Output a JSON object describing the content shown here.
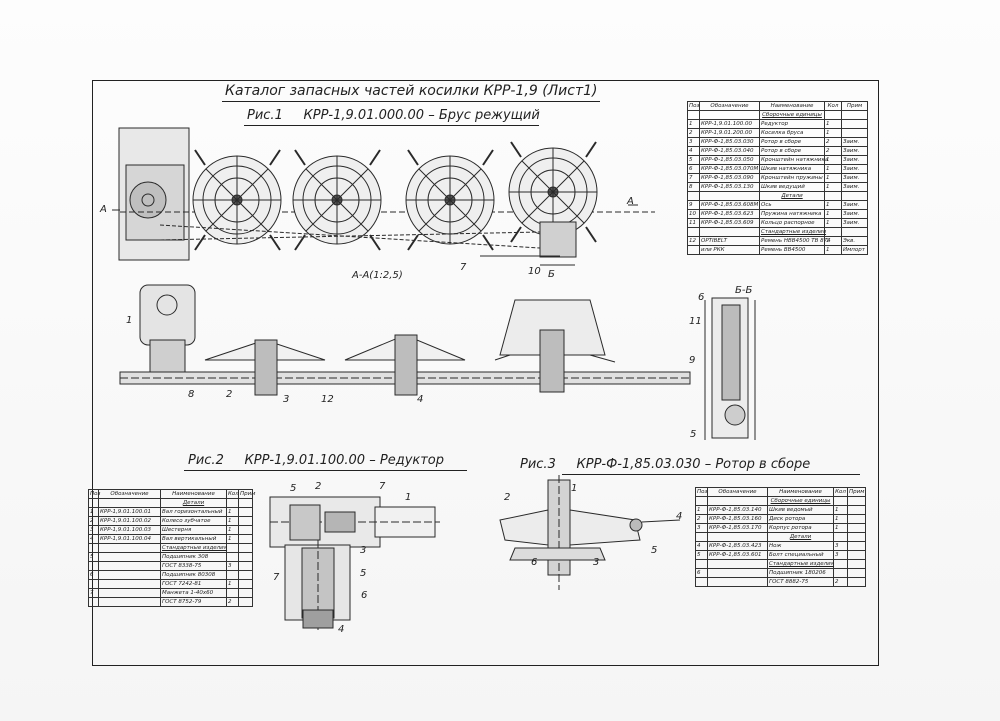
{
  "sheet": {
    "title": "Каталог запасных частей косилки КРР-1,9 (Лист1)",
    "section_label": "А-А(1:2,5)",
    "section_bb": "Б-Б"
  },
  "figures": {
    "fig1": {
      "num": "Рис.1",
      "code": "КРР-1,9.01.000.00",
      "name": "– Брус режущий"
    },
    "fig2": {
      "num": "Рис.2",
      "code": "КРР-1,9.01.100.00",
      "name": "– Редуктор"
    },
    "fig3": {
      "num": "Рис.3",
      "code": "КРР-Ф-1,85.03.030",
      "name": "– Ротор в сборе"
    }
  },
  "callouts": {
    "fig1": [
      "1",
      "2",
      "3",
      "4",
      "5",
      "6",
      "7",
      "8",
      "9",
      "10",
      "11",
      "12",
      "А",
      "А",
      "Б",
      "Б"
    ],
    "fig2": [
      "1",
      "2",
      "3",
      "4",
      "5",
      "6",
      "7",
      "5"
    ],
    "fig3": [
      "1",
      "2",
      "3",
      "4",
      "5",
      "6"
    ]
  },
  "table_headers": {
    "pos": "Поз",
    "code": "Обозначение",
    "name": "Наименование",
    "qty": "Кол",
    "note": "Прим"
  },
  "table1": [
    {
      "section": "Сборочные единицы"
    },
    {
      "pos": "1",
      "code": "КРР-1,9.01.100.00",
      "name": "Редуктор",
      "qty": "1",
      "note": ""
    },
    {
      "pos": "2",
      "code": "КРР-1,9.01.200.00",
      "name": "Косилка бруса",
      "qty": "1",
      "note": ""
    },
    {
      "pos": "3",
      "code": "КРР-Ф-1,85.03.030",
      "name": "Ротор в сборе",
      "qty": "2",
      "note": "Заим."
    },
    {
      "pos": "4",
      "code": "КРР-Ф-1,85.03.040",
      "name": "Ротор в сборе",
      "qty": "2",
      "note": "Заим."
    },
    {
      "pos": "5",
      "code": "КРР-Ф-1,85.03.050",
      "name": "Кронштейн натяжника",
      "qty": "1",
      "note": "Заим."
    },
    {
      "pos": "6",
      "code": "КРР-Ф-1,85.03.070М",
      "name": "Шкив натяжника",
      "qty": "1",
      "note": "Заим."
    },
    {
      "pos": "7",
      "code": "КРР-Ф-1,85.03.090",
      "name": "Кронштейн пружины",
      "qty": "1",
      "note": "Заим."
    },
    {
      "pos": "8",
      "code": "КРР-Ф-1,85.03.130",
      "name": "Шкив ведущий",
      "qty": "1",
      "note": "Заим."
    },
    {
      "section": "Детали"
    },
    {
      "pos": "9",
      "code": "КРР-Ф-1,85.03.608М",
      "name": "Ось",
      "qty": "1",
      "note": "Заим."
    },
    {
      "pos": "10",
      "code": "КРР-Ф-1,85.03.623",
      "name": "Пружина натяжника",
      "qty": "1",
      "note": "Заим."
    },
    {
      "pos": "11",
      "code": "КРР-Ф-1,85.03.609",
      "name": "Кольцо распорное",
      "qty": "1",
      "note": "Заим."
    },
    {
      "section": "Стандартные изделия"
    },
    {
      "pos": "12",
      "code": "OPTIBELT",
      "name": "Ремень НВВ4500 ТВ 874",
      "qty": "1",
      "note": "Экв."
    },
    {
      "pos": "",
      "code": "или РКК",
      "name": "Ремень ВВ4500",
      "qty": "1",
      "note": "Импорт"
    }
  ],
  "table2": [
    {
      "section": "Детали"
    },
    {
      "pos": "1",
      "code": "КРР-1,9.01.100.01",
      "name": "Вал горизонтальный",
      "qty": "1",
      "note": ""
    },
    {
      "pos": "2",
      "code": "КРР-1,9.01.100.02",
      "name": "Колесо зубчатое",
      "qty": "1",
      "note": ""
    },
    {
      "pos": "3",
      "code": "КРР-1,9.01.100.03",
      "name": "Шестерня",
      "qty": "1",
      "note": ""
    },
    {
      "pos": "4",
      "code": "КРР-1,9.01.100.04",
      "name": "Вал вертикальный",
      "qty": "1",
      "note": ""
    },
    {
      "section": "Стандартные изделия"
    },
    {
      "pos": "5",
      "code": "",
      "name": "Подшипник 308",
      "qty": "",
      "note": ""
    },
    {
      "pos": "",
      "code": "",
      "name": "ГОСТ 8338-75",
      "qty": "3",
      "note": ""
    },
    {
      "pos": "6",
      "code": "",
      "name": "Подшипник 80308",
      "qty": "",
      "note": ""
    },
    {
      "pos": "",
      "code": "",
      "name": "ГОСТ 7242-81",
      "qty": "1",
      "note": ""
    },
    {
      "pos": "7",
      "code": "",
      "name": "Манжета 1-40х60",
      "qty": "",
      "note": ""
    },
    {
      "pos": "",
      "code": "",
      "name": "ГОСТ 8752-79",
      "qty": "2",
      "note": ""
    }
  ],
  "table3": [
    {
      "section": "Сборочные единицы"
    },
    {
      "pos": "1",
      "code": "КРР-Ф-1,85.03.140",
      "name": "Шкив ведомый",
      "qty": "1",
      "note": ""
    },
    {
      "pos": "2",
      "code": "КРР-Ф-1,85.03.160",
      "name": "Диск ротора",
      "qty": "1",
      "note": ""
    },
    {
      "pos": "3",
      "code": "КРР-Ф-1,85.03.170",
      "name": "Корпус ротора",
      "qty": "1",
      "note": ""
    },
    {
      "section": "Детали"
    },
    {
      "pos": "4",
      "code": "КРР-Ф-1,85.03.423",
      "name": "Нож",
      "qty": "3",
      "note": ""
    },
    {
      "pos": "5",
      "code": "КРР-Ф-1,85.03.601",
      "name": "Болт специальный",
      "qty": "3",
      "note": ""
    },
    {
      "section": "Стандартные изделия"
    },
    {
      "pos": "6",
      "code": "",
      "name": "Подшипник 180206",
      "qty": "",
      "note": ""
    },
    {
      "pos": "",
      "code": "",
      "name": "ГОСТ 8882-75",
      "qty": "2",
      "note": ""
    }
  ]
}
